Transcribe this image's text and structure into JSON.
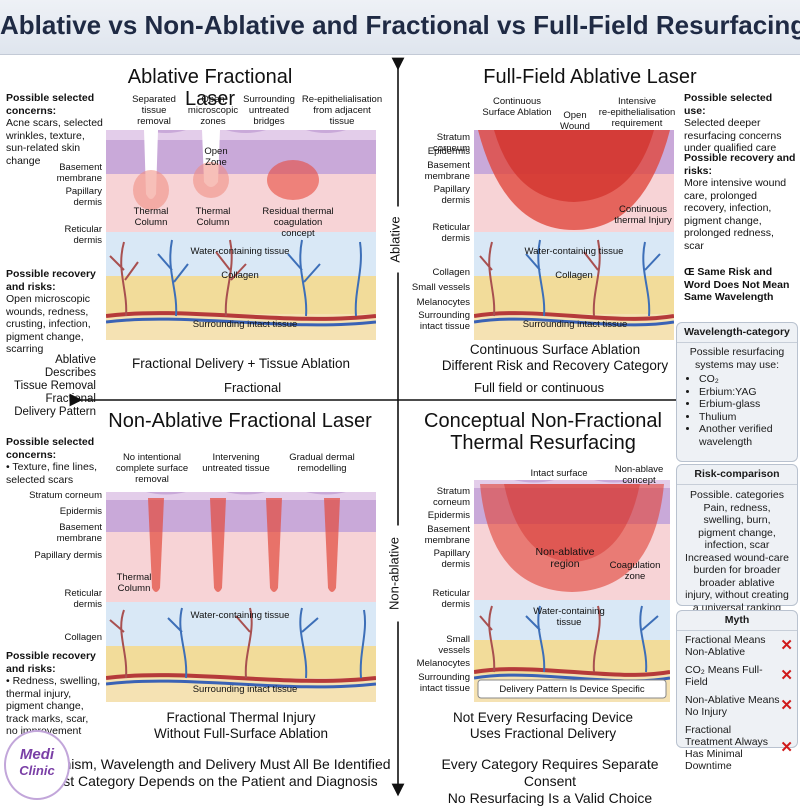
{
  "title": "Ablative vs Non-Ablative and Fractional vs Full-Field Resurfacing",
  "axes": {
    "top": "Ablative",
    "bottom": "Non-ablative",
    "left": "Fractional",
    "right": "Full field or continuous",
    "left_note": "Ablative\nDescribes\nTissue Removal\nFractional\nDelivery Pattern"
  },
  "q1": {
    "title": "Ablative Fractional Laser",
    "concerns_heading": "Possible selected concerns:",
    "concerns": "Acne scars, selected wrinkles, texture, sun-related skin change",
    "recovery_heading": "Possible recovery and risks:",
    "recovery": "Open microscopic wounds, redness, crusting, infection, pigment change, scarring",
    "top_labels": [
      "Separated\ntissue\nremoval",
      "Open\nmicroscopic\nzones",
      "Surrounding\nuntreated\nbridges",
      "Re-epithelialisation\nfrom adjacent\ntissue"
    ],
    "inner_labels": [
      "Open\nZone",
      "Thermal\nColumn",
      "Thermal\nColumn",
      "Residual thermal\ncoagulation\nconcept"
    ],
    "layer_labels": [
      "Basement\nmembrane",
      "Papillary\ndermis",
      "Reticular\ndermis"
    ],
    "water": "Water-containing tissue",
    "collagen": "Collagen",
    "intact": "Surrounding intact tissue",
    "caption": "Fractional Delivery + Tissue Ablation"
  },
  "q2": {
    "title": "Full-Field Ablative Laser",
    "top_labels": [
      "Continuous\nSurface Ablation",
      "Open\nWound",
      "Intensive\nre-epithelialisation\nrequirement"
    ],
    "layer_labels": [
      "Stratum corneum",
      "Epidermis",
      "Basement\nmembrane",
      "Papillary\ndermis",
      "Reticular\ndermis",
      "Collagen",
      "Small vessels",
      "Melanocytes",
      "Surrounding\nintact tissue"
    ],
    "inner_label": "Continuous\nthermal Injury",
    "water": "Water-containing tissue",
    "collagen": "Collagen",
    "intact": "Surrounding intact tissue",
    "use_heading": "Possible selected use:",
    "use": "Selected deeper resurfacing concerns under qualified care",
    "recovery_heading": "Possible recovery and risks:",
    "recovery": "More intensive wound care, prolonged recovery, infection, pigment change, prolonged redness, scar",
    "note": "Œ Same Risk and Word Does Not Mean Same Wavelength",
    "caption": "Continuous Surface Ablation\nDifferent Risk and Recovery Category"
  },
  "q3": {
    "title": "Non-Ablative Fractional Laser",
    "concerns_heading": "Possible selected concerns:",
    "concerns": "• Texture, fine lines, selected scars",
    "recovery_heading": "Possible recovery and risks:",
    "recovery": "• Redness, swelling, thermal injury, pigment change, track marks, scar, no improvement",
    "top_labels": [
      "No intentional\ncomplete surface\nremoval",
      "Intervening\nuntreated tissue",
      "Gradual dermal\nremodelling"
    ],
    "layer_labels": [
      "Stratum corneum",
      "Epidermis",
      "Basement\nmembrane",
      "Papillary dermis",
      "Reticular\ndermis",
      "Collagen"
    ],
    "inner_label": "Thermal\nColumn",
    "water": "Water-containing tissue",
    "intact": "Surrounding intact tissue",
    "caption": "Fractional Thermal Injury\nWithout Full-Surface Ablation"
  },
  "q4": {
    "title": "Conceptual Non-Fractional\nThermal Resurfacing",
    "top_labels": [
      "Intact surface",
      "Non-ablave\nconcept"
    ],
    "layer_labels": [
      "Stratum\ncorneum",
      "Epidermis",
      "Basement\nmembrane",
      "Papillary\ndermis",
      "Reticular\ndermis",
      "Small\nvessels",
      "Melanocytes",
      "Surrounding\nintact tissue"
    ],
    "inner_labels": [
      "Non-ablative\nregion",
      "Coagulation\nzone"
    ],
    "water": "Water-containing\ntissue",
    "banner": "Delivery Pattern Is Device Specific",
    "caption": "Not Every Resurfacing Device\nUses Fractional Delivery"
  },
  "wavelength_panel": {
    "heading": "Wavelength-category",
    "intro": "Possible resurfacing systems may use:",
    "items": [
      "CO₂",
      "Erbium:YAG",
      "Erbium-glass",
      "Thulium",
      "Another verified wavelength"
    ]
  },
  "risk_panel": {
    "heading": "Risk-comparison",
    "text": "Possible. categories Pain, redness, swelling, burn, pigment change, infection, scar Increased wound-care burden for broader broader ablative injury, without creating a universal ranking"
  },
  "myth_panel": {
    "heading": "Myth",
    "items": [
      "Fractional Means Non-Ablative",
      "CO₂ Means Full-Field",
      "Non-Ablative Means No Injury",
      "Fractional Treatment Always Has Minimal Downtime"
    ]
  },
  "bottom_left": "Mechanism, Wavelength and Delivery Must All Be Identified\nSafest Category Depends on the Patient and Diagnosis",
  "bottom_right": "Every Category Requires Separate Consent\nNo Resurfacing Is a Valid Choice",
  "logo": {
    "line1": "Medi",
    "line2": "Clinic"
  },
  "colors": {
    "accent": "#1f2a44",
    "skin_top": "#c7a6d6",
    "dermis": "#f6d2d5",
    "water": "#d9e8f6",
    "fat": "#f2dc9a",
    "injury": "#e0453a",
    "myth_x": "#d01a1a"
  }
}
